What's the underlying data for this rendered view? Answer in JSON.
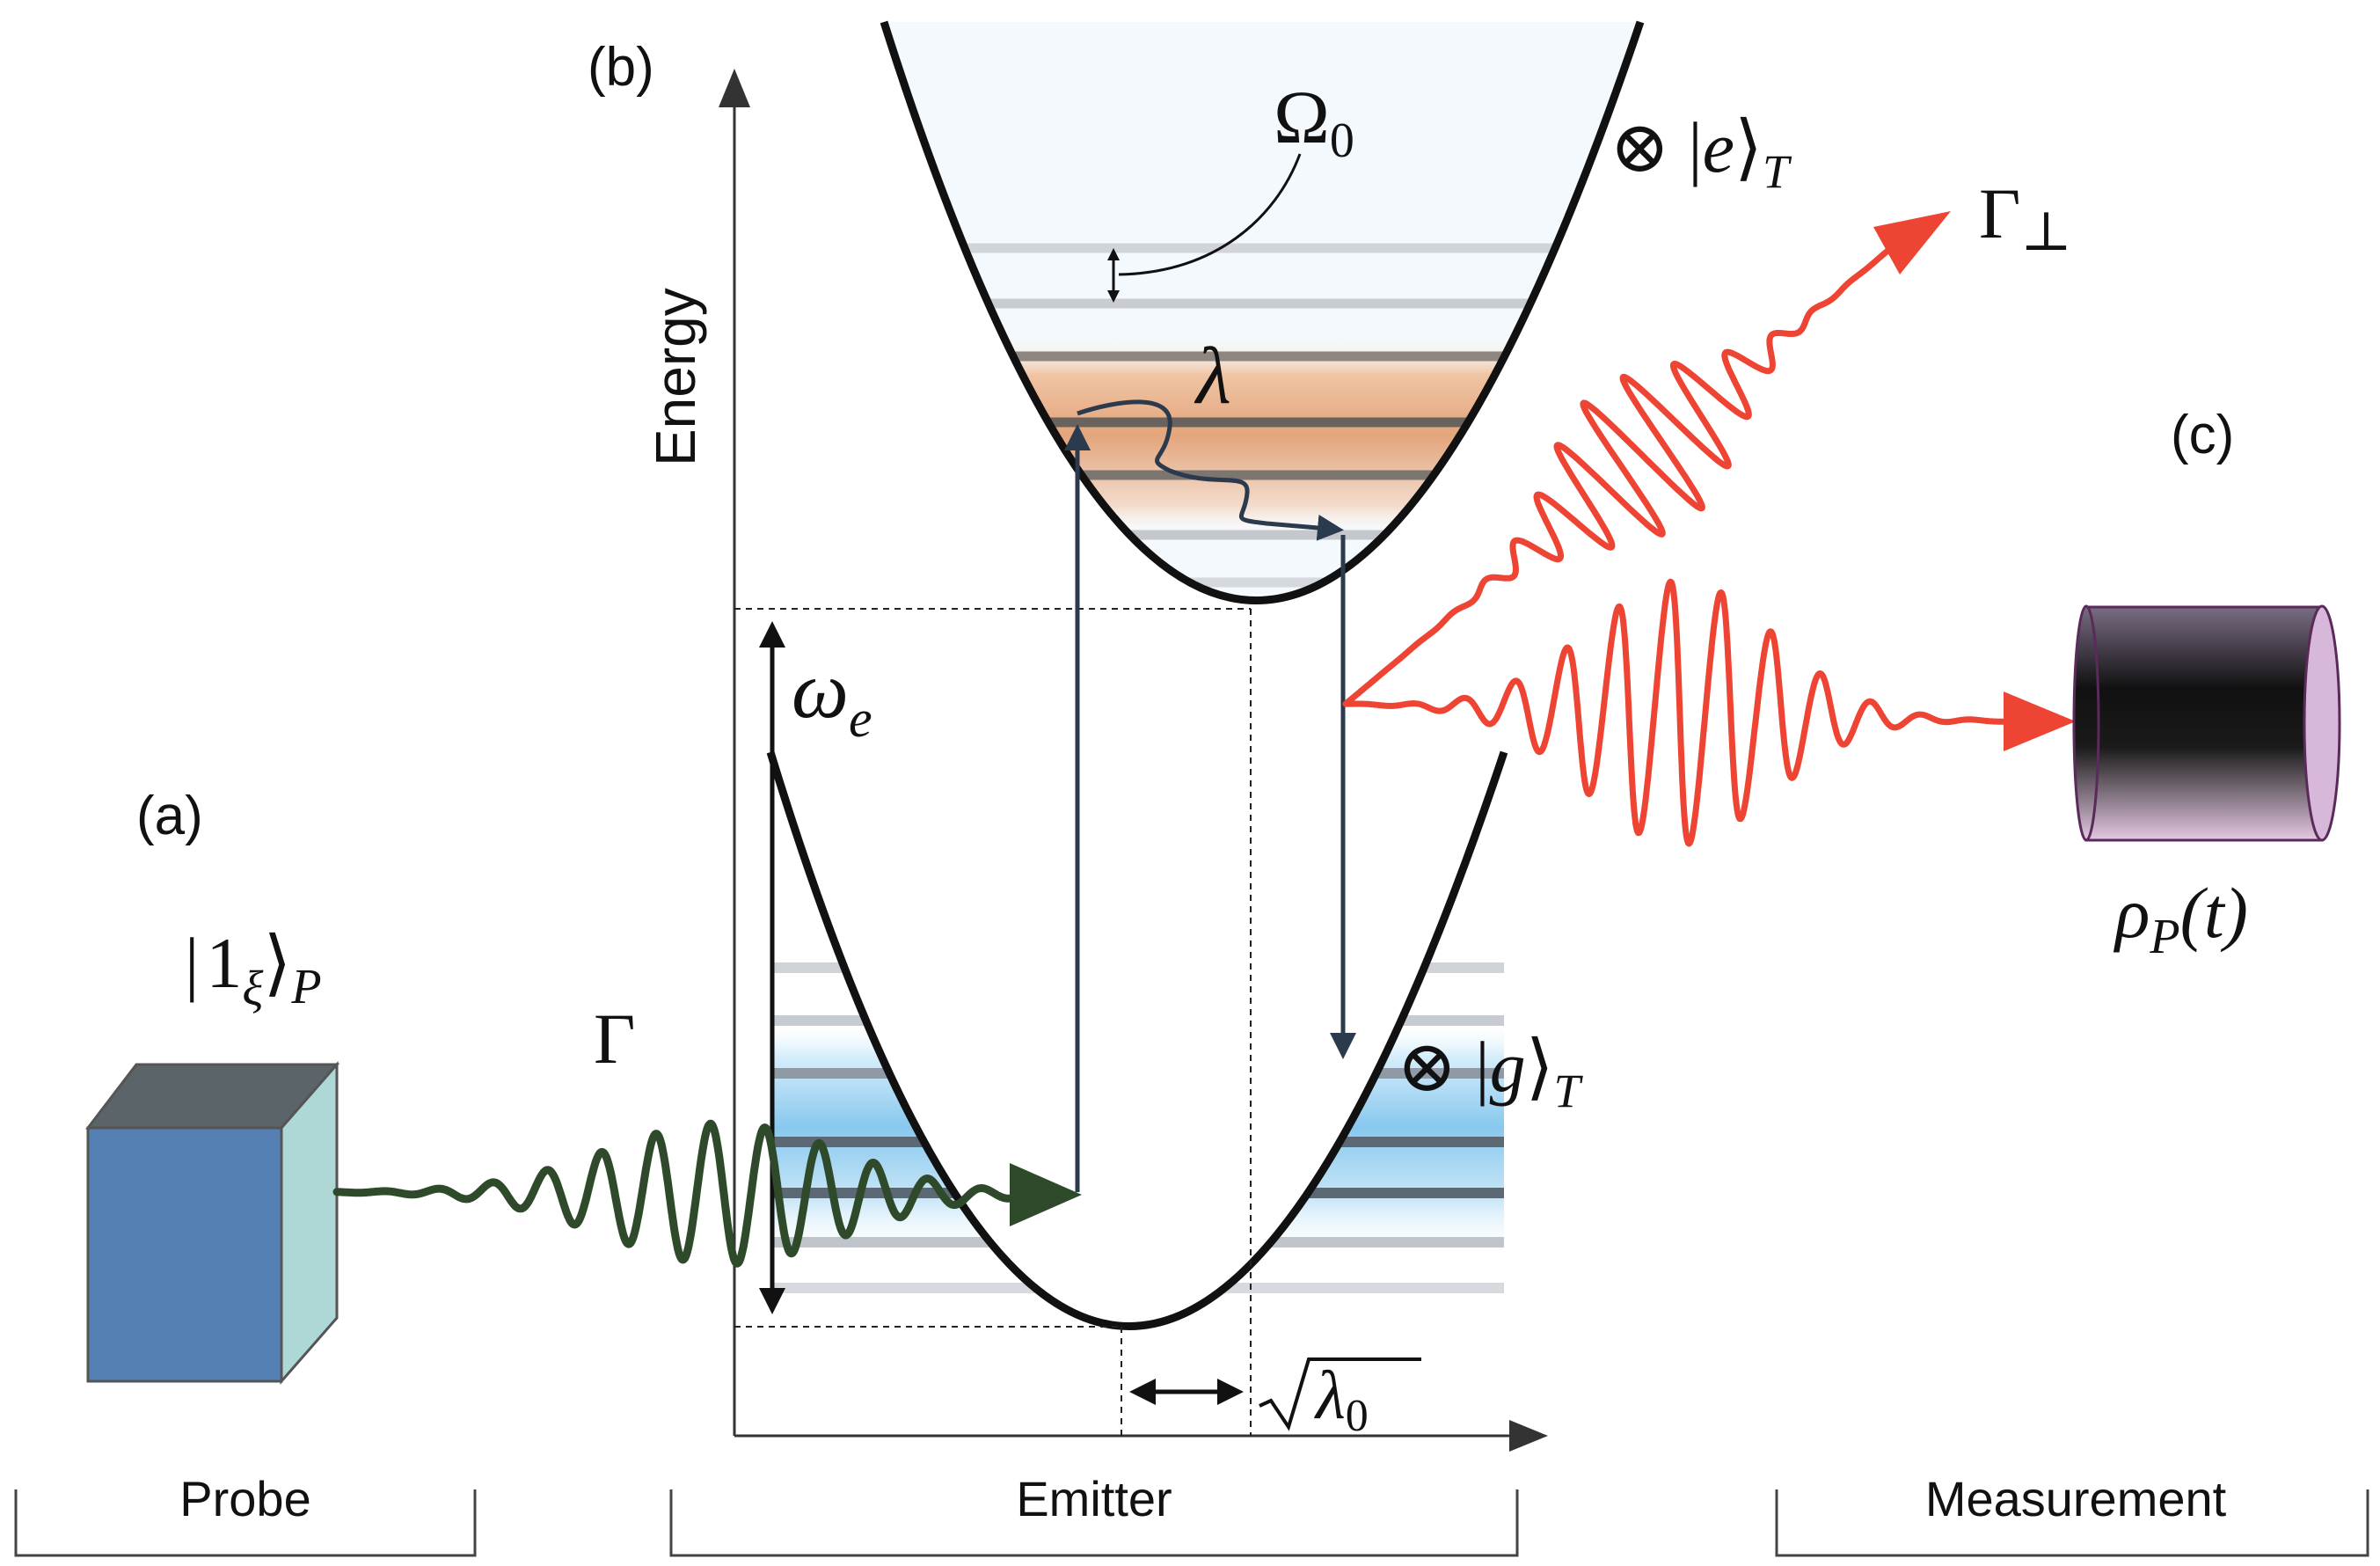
{
  "panels": {
    "a": "(a)",
    "b": "(b)",
    "c": "(c)"
  },
  "axis": {
    "ylabel": "Energy"
  },
  "symbols": {
    "omega0": "Ω",
    "omega0_sub": "0",
    "lambda": "λ",
    "omega_e": "ω",
    "omega_e_sub": "e",
    "gamma": "Γ",
    "gamma_perp": "Γ",
    "perp": "⊥",
    "lambda0": "λ",
    "lambda0_sub": "0"
  },
  "states": {
    "excited_prefix": "⊗ |",
    "excited_letter": "e",
    "excited_close": "⟩",
    "excited_sub": "T",
    "ground_prefix": "⊗ |",
    "ground_letter": "g",
    "ground_close": "⟩",
    "ground_sub": "T",
    "probe_open": "|",
    "probe_one": "1",
    "probe_xi": "ξ",
    "probe_close": "⟩",
    "probe_sub": "P",
    "rho": "ρ",
    "rho_sub": "P",
    "rho_arg": "(t)"
  },
  "sections": {
    "probe": "Probe",
    "emitter": "Emitter",
    "measurement": "Measurement"
  },
  "colors": {
    "curve": "#111111",
    "arrow_dark": "#2c3a4e",
    "probe_wave": "#2e4a2a",
    "emission_wave": "#ee4433",
    "cube_front": "#5580b4",
    "cube_side": "#aed8d6",
    "cube_top": "#5b6468",
    "ground_band": "#88c8ee",
    "excited_band": "#e3a57c"
  }
}
